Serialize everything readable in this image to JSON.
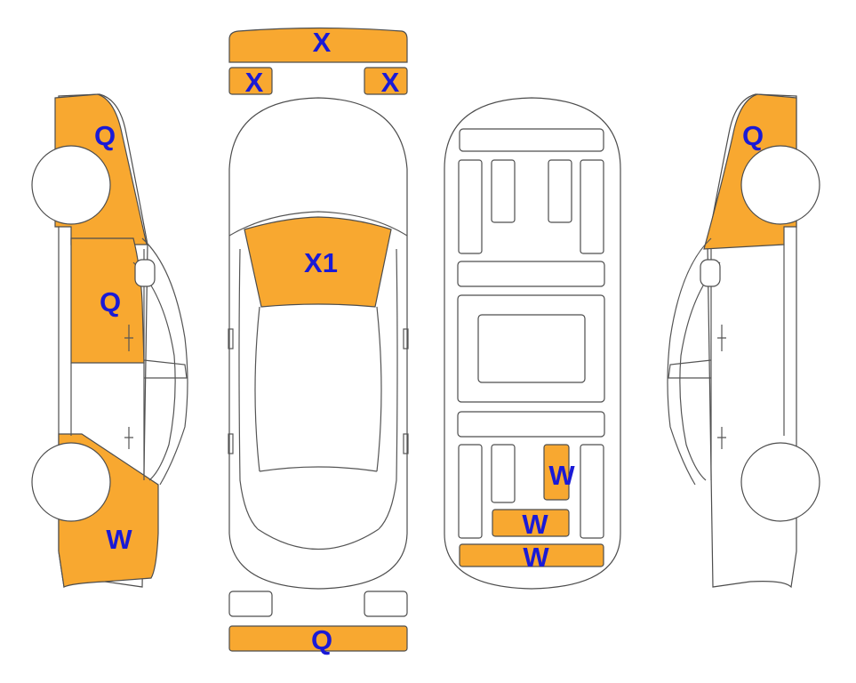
{
  "colors": {
    "damaged": "#f8a830",
    "panel": "#ffffff",
    "outline": "#4d4d4d",
    "label": "#1a1ad6"
  },
  "labels": {
    "windshield_top": "X",
    "mirror_left": "X",
    "mirror_right": "X",
    "hood": "X1",
    "rear_bumper": "Q",
    "left_front": "Q",
    "left_front_door": "Q",
    "left_rear": "W",
    "right_front": "Q",
    "underside_mid": "W",
    "underside_rear": "W",
    "underside_end": "W"
  }
}
